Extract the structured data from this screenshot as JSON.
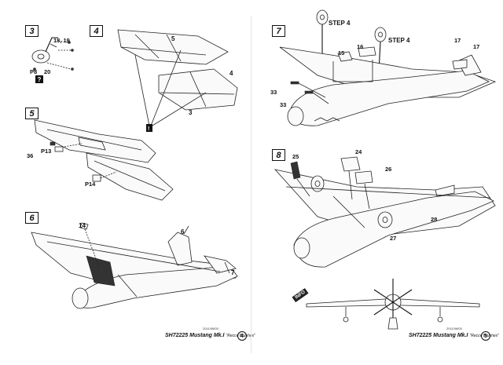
{
  "left_page": {
    "steps": [
      {
        "number": "3",
        "labels": [
          "18, 19",
          "20",
          "P8"
        ],
        "question_mark": "?"
      },
      {
        "number": "4",
        "labels": [
          "5",
          "4",
          "3"
        ],
        "warning": "!"
      },
      {
        "number": "5",
        "labels": [
          "36",
          "P13",
          "P14"
        ]
      },
      {
        "number": "6",
        "labels": [
          "14",
          "6",
          "7"
        ]
      }
    ],
    "footer": {
      "code": "2011/06/05",
      "product": "SH72225 Mustang Mk.I",
      "subtitle": "\"Recce Brushes\"",
      "page": "4"
    }
  },
  "right_page": {
    "steps": [
      {
        "number": "7",
        "labels": [
          "STEP 4",
          "STEP 4",
          "15",
          "16",
          "17",
          "17",
          "33",
          "33"
        ]
      },
      {
        "number": "8",
        "labels": [
          "25",
          "24",
          "26",
          "27",
          "28"
        ]
      }
    ],
    "info_badge": "INFO",
    "footer": {
      "code": "2011/06/05",
      "product": "SH72225 Mustang Mk.I",
      "subtitle": "\"Recce Brushes\"",
      "page": "5"
    }
  }
}
